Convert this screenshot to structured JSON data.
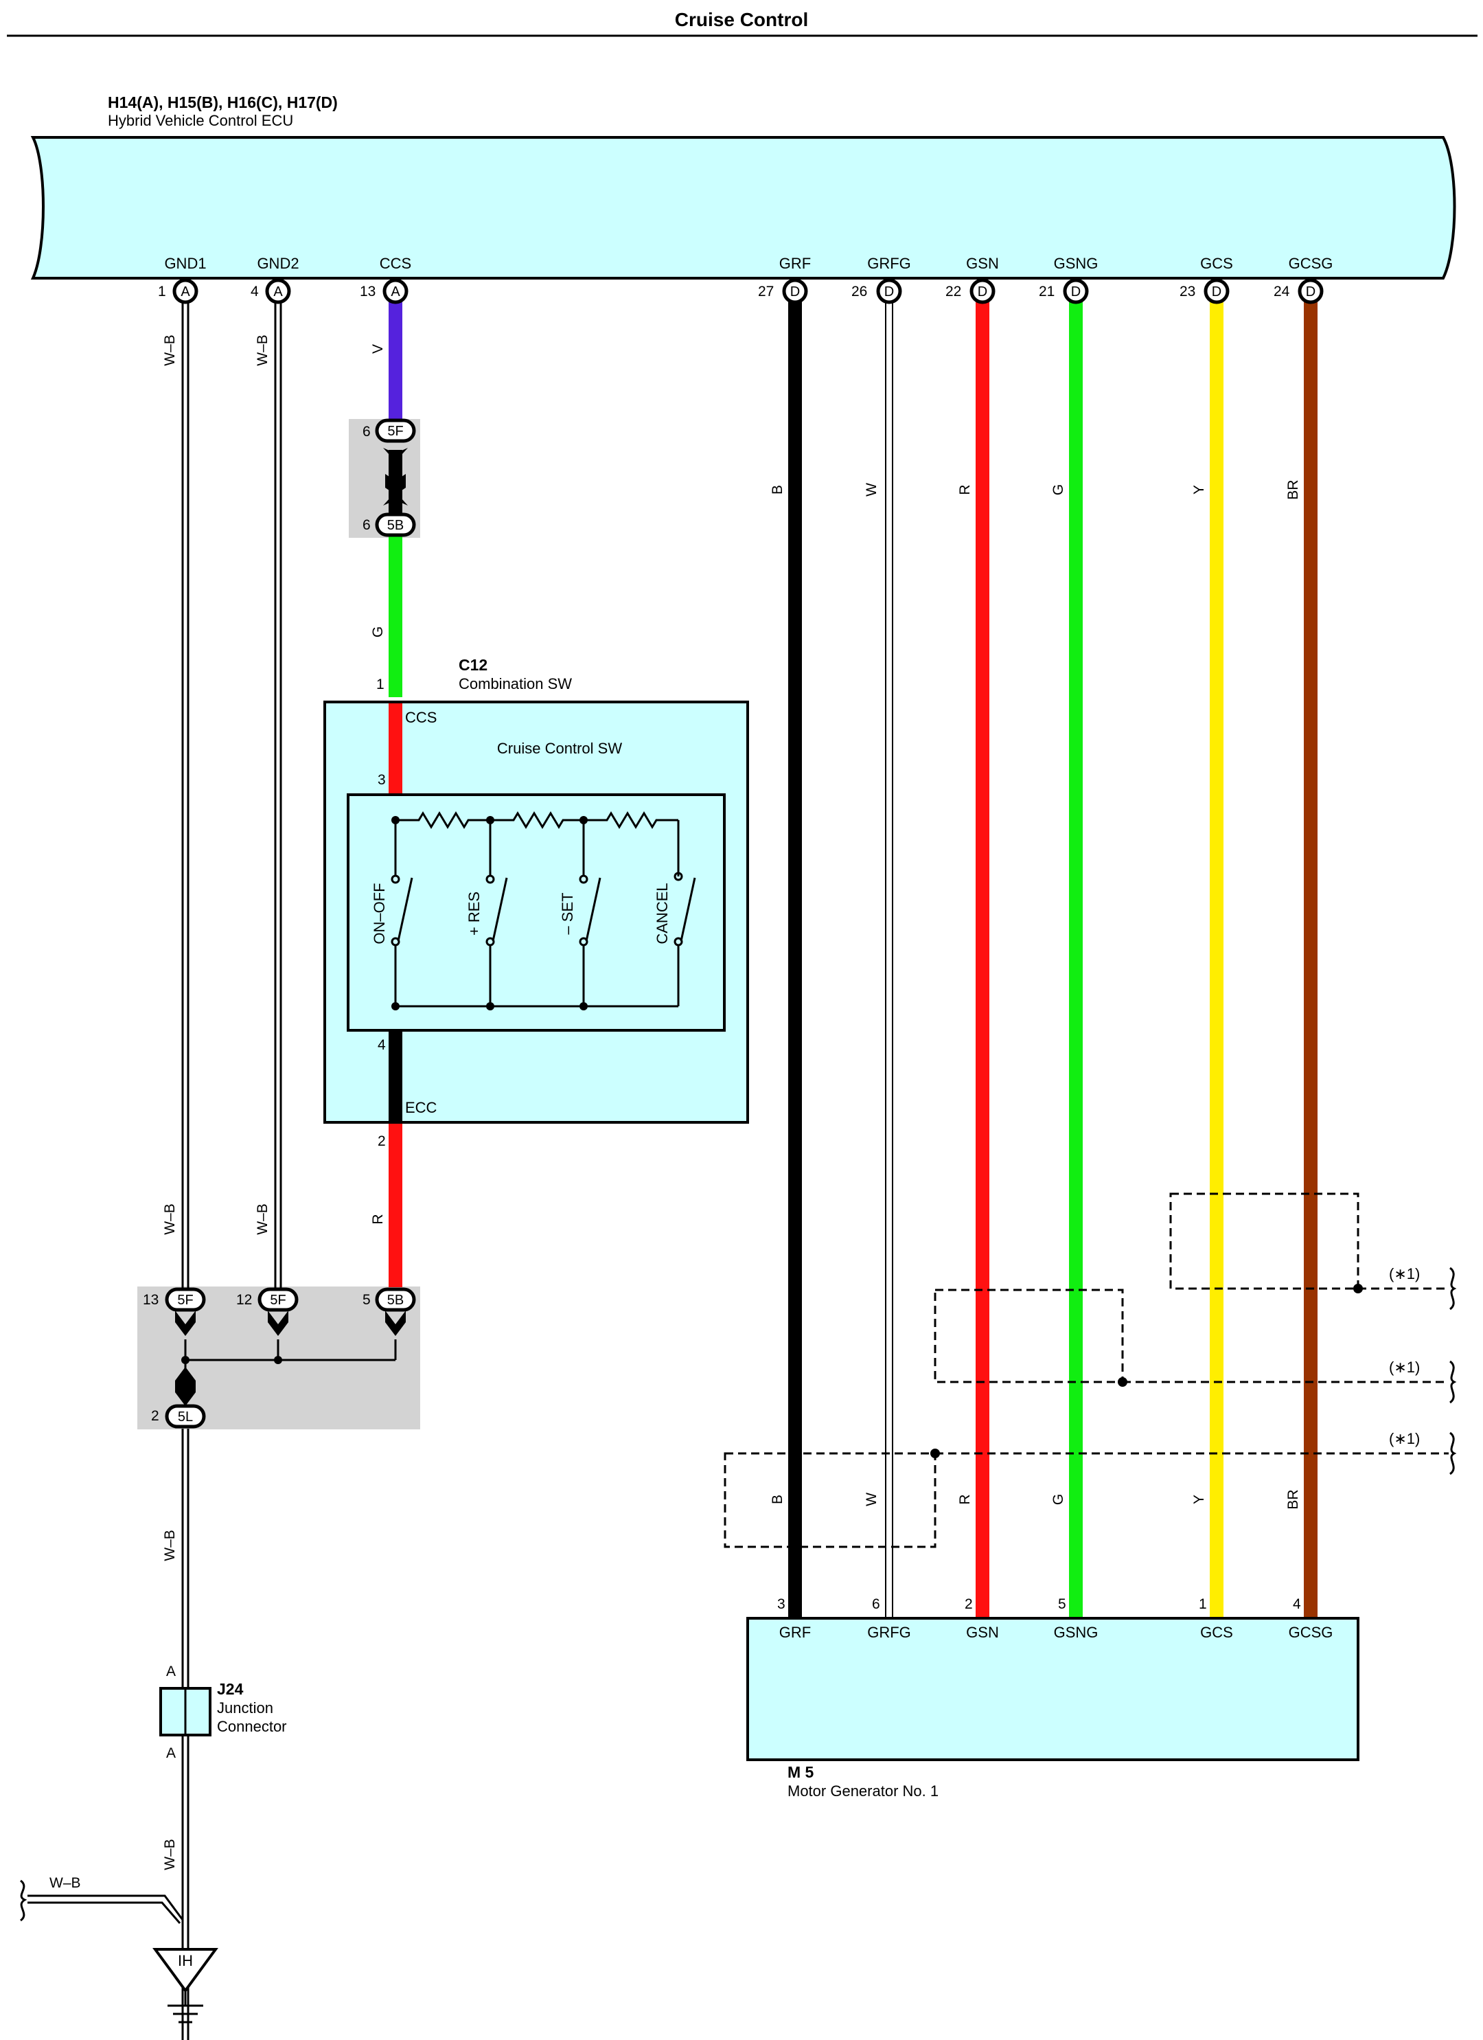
{
  "title": "Cruise Control",
  "ecu": {
    "code": "H14(A), H15(B), H16(C), H17(D)",
    "name": "Hybrid Vehicle Control ECU",
    "terminals": [
      {
        "name": "GND1",
        "pin": "1",
        "conn": "A"
      },
      {
        "name": "GND2",
        "pin": "4",
        "conn": "A"
      },
      {
        "name": "CCS",
        "pin": "13",
        "conn": "A"
      },
      {
        "name": "GRF",
        "pin": "27",
        "conn": "D"
      },
      {
        "name": "GRFG",
        "pin": "26",
        "conn": "D"
      },
      {
        "name": "GSN",
        "pin": "22",
        "conn": "D"
      },
      {
        "name": "GSNG",
        "pin": "21",
        "conn": "D"
      },
      {
        "name": "GCS",
        "pin": "23",
        "conn": "D"
      },
      {
        "name": "GCSG",
        "pin": "24",
        "conn": "D"
      }
    ]
  },
  "colors": {
    "ecu_fill": "#ccffff",
    "shade": "#d3d3d3",
    "V": "#5522dd",
    "G": "#11ee11",
    "R": "#ff1111",
    "B": "#000000",
    "Y": "#ffee00",
    "BR": "#993300"
  },
  "wires": {
    "gnd": "W–B",
    "ccs_upper": "V",
    "ccs_mid": "G",
    "ccs_sw_in": "R",
    "ccs_sw_out": "B",
    "ccs_lower": "R",
    "grf": "B",
    "grfg": "W",
    "gsn": "R",
    "gsng": "G",
    "gcs": "Y",
    "gcsg": "BR"
  },
  "inline_connectors": {
    "c1": {
      "pin": "6",
      "conn": "5F"
    },
    "c2": {
      "pin": "6",
      "conn": "5B"
    },
    "j1": {
      "pin": "13",
      "conn": "5F"
    },
    "j2": {
      "pin": "12",
      "conn": "5F"
    },
    "j3": {
      "pin": "5",
      "conn": "5B"
    },
    "j4": {
      "pin": "2",
      "conn": "5L"
    }
  },
  "combination_sw": {
    "code": "C12",
    "name": "Combination SW",
    "inner_label": "Cruise Control SW",
    "term_top": "CCS",
    "term_bottom": "ECC",
    "pins": [
      "1",
      "3",
      "4",
      "2"
    ],
    "switches": [
      "ON–OFF",
      "+ RES",
      "– SET",
      "CANCEL"
    ]
  },
  "shield_note": "(∗1)",
  "motor_gen": {
    "code": "M 5",
    "name": "Motor Generator No. 1",
    "terminals": [
      {
        "name": "GRF",
        "pin": "3"
      },
      {
        "name": "GRFG",
        "pin": "6"
      },
      {
        "name": "GSN",
        "pin": "2"
      },
      {
        "name": "GSNG",
        "pin": "5"
      },
      {
        "name": "GCS",
        "pin": "1"
      },
      {
        "name": "GCSG",
        "pin": "4"
      }
    ]
  },
  "junction": {
    "code": "J24",
    "name_line1": "Junction",
    "name_line2": "Connector",
    "pin_top": "A",
    "pin_bottom": "A"
  },
  "ground": {
    "label": "IH",
    "wire": "W–B"
  }
}
